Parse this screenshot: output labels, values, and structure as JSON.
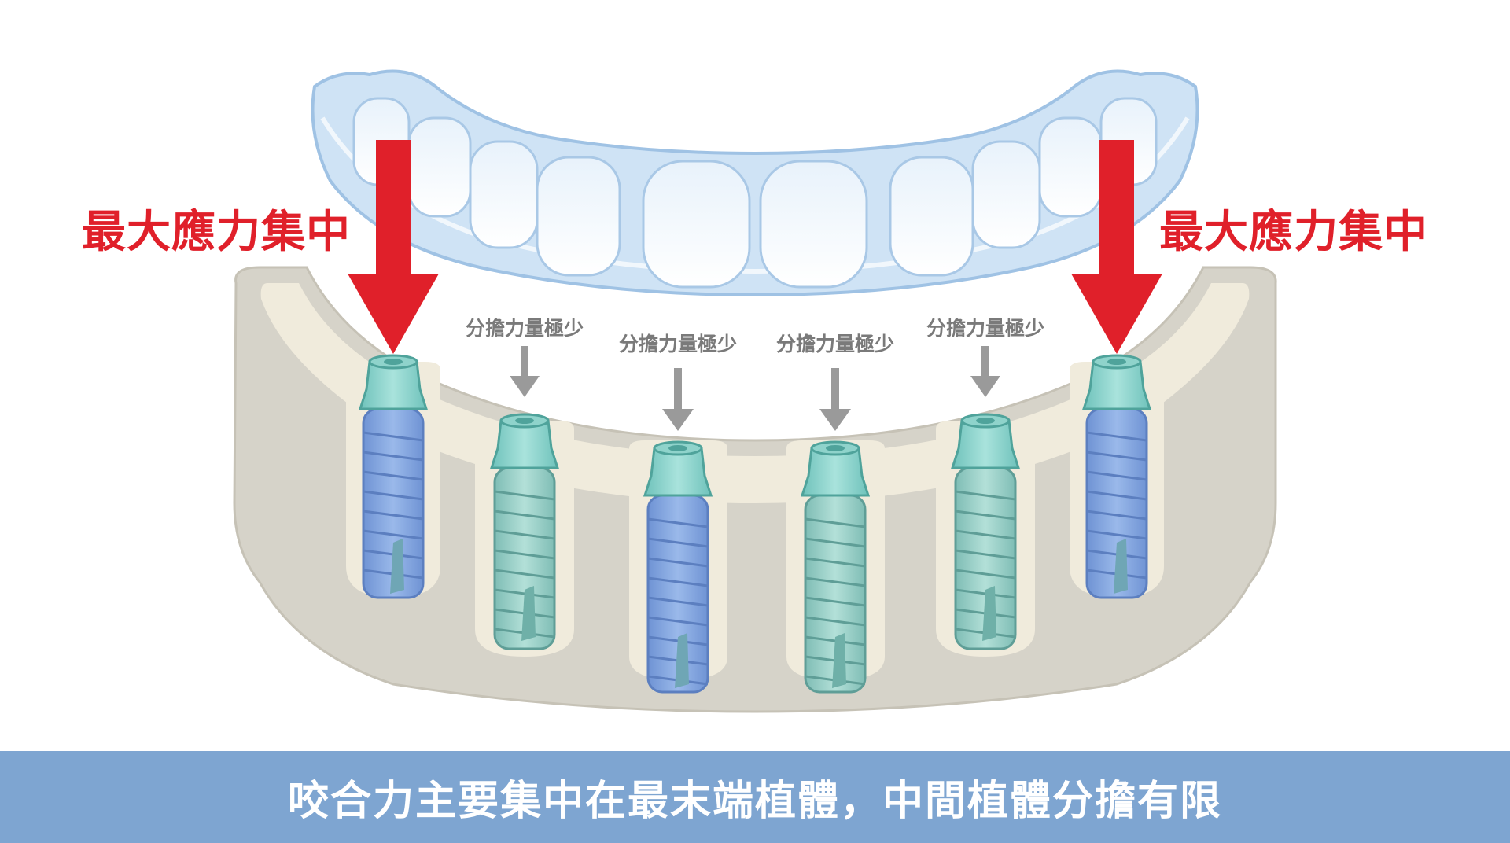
{
  "labels": {
    "max_stress_left": "最大應力集中",
    "max_stress_right": "最大應力集中",
    "minimal_share_1": "分擔力量極少",
    "minimal_share_2": "分擔力量極少",
    "minimal_share_3": "分擔力量極少",
    "minimal_share_4": "分擔力量極少"
  },
  "banner": {
    "text": "咬合力主要集中在最末端植體，中間植體分擔有限"
  },
  "colors": {
    "accent_red": "#e0202a",
    "banner_blue": "#7ea5d1",
    "gray_arrow": "#9a9a9a",
    "bone_outer": "#d6d3c9",
    "bone_inner": "#f0ebdc",
    "implant_blue": "#8aaee0",
    "implant_teal": "#9fd0c8",
    "denture_blue": "#cfe3f5"
  },
  "icons": {
    "stress_arrow": "red-down-arrow-icon",
    "share_arrow": "gray-down-arrow-icon"
  }
}
